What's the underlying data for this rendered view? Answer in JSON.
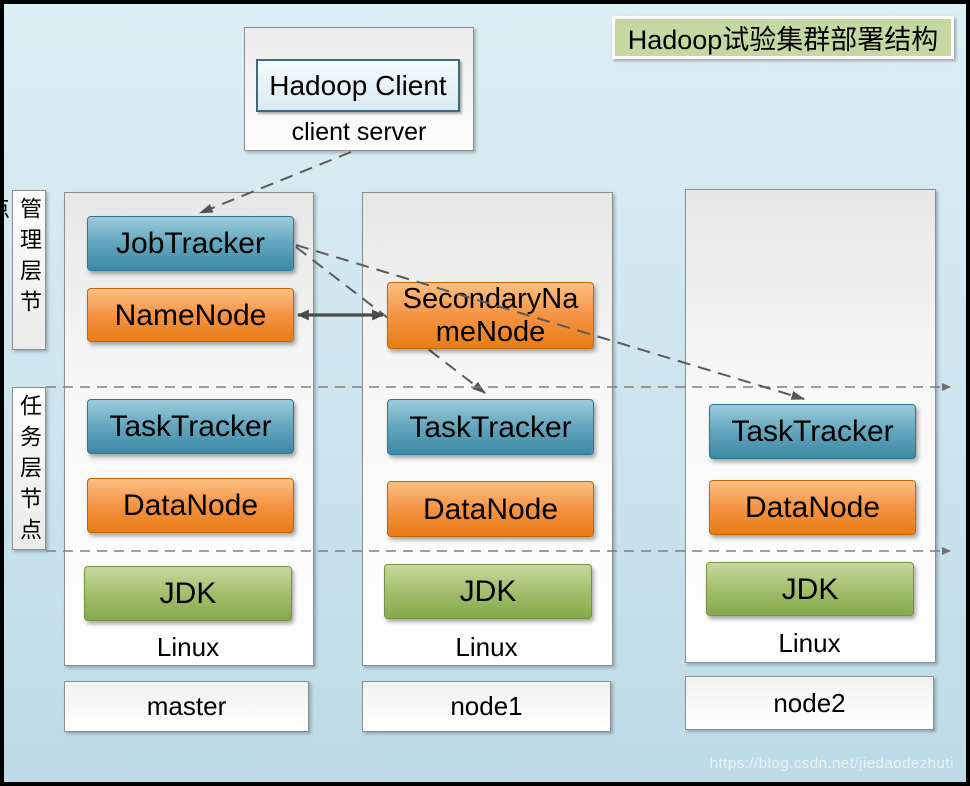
{
  "title": "Hadoop试验集群部署结构",
  "client_server": {
    "client_label": "Hadoop Client",
    "server_label": "client server"
  },
  "layer_labels": {
    "management": "管理层节点",
    "task": "任务层节点"
  },
  "columns": [
    {
      "name": "master",
      "os": "Linux",
      "services": [
        "JobTracker",
        "NameNode",
        "TaskTracker",
        "DataNode",
        "JDK"
      ]
    },
    {
      "name": "node1",
      "os": "Linux",
      "services": [
        "SecondaryNameNode",
        "TaskTracker",
        "DataNode",
        "JDK"
      ]
    },
    {
      "name": "node2",
      "os": "Linux",
      "services": [
        "TaskTracker",
        "DataNode",
        "JDK"
      ]
    }
  ],
  "connections": [
    {
      "from": "client server",
      "to": "JobTracker",
      "style": "dashed-arrow"
    },
    {
      "from": "JobTracker",
      "to": "node1 TaskTracker",
      "style": "dashed-arrow"
    },
    {
      "from": "JobTracker",
      "to": "node2 TaskTracker",
      "style": "dashed-arrow"
    },
    {
      "from": "NameNode",
      "to": "SecondaryNameNode",
      "style": "solid-double-arrow"
    }
  ],
  "watermark": "https://blog.csdn.net/jiedaodezhuti",
  "colors": {
    "background": "#cfe6ef",
    "title_bg": "#c6d8a2",
    "service_blue": "#3d89a5",
    "service_orange": "#e87d15",
    "service_green": "#85a94b",
    "arrow_gray": "#555555"
  }
}
